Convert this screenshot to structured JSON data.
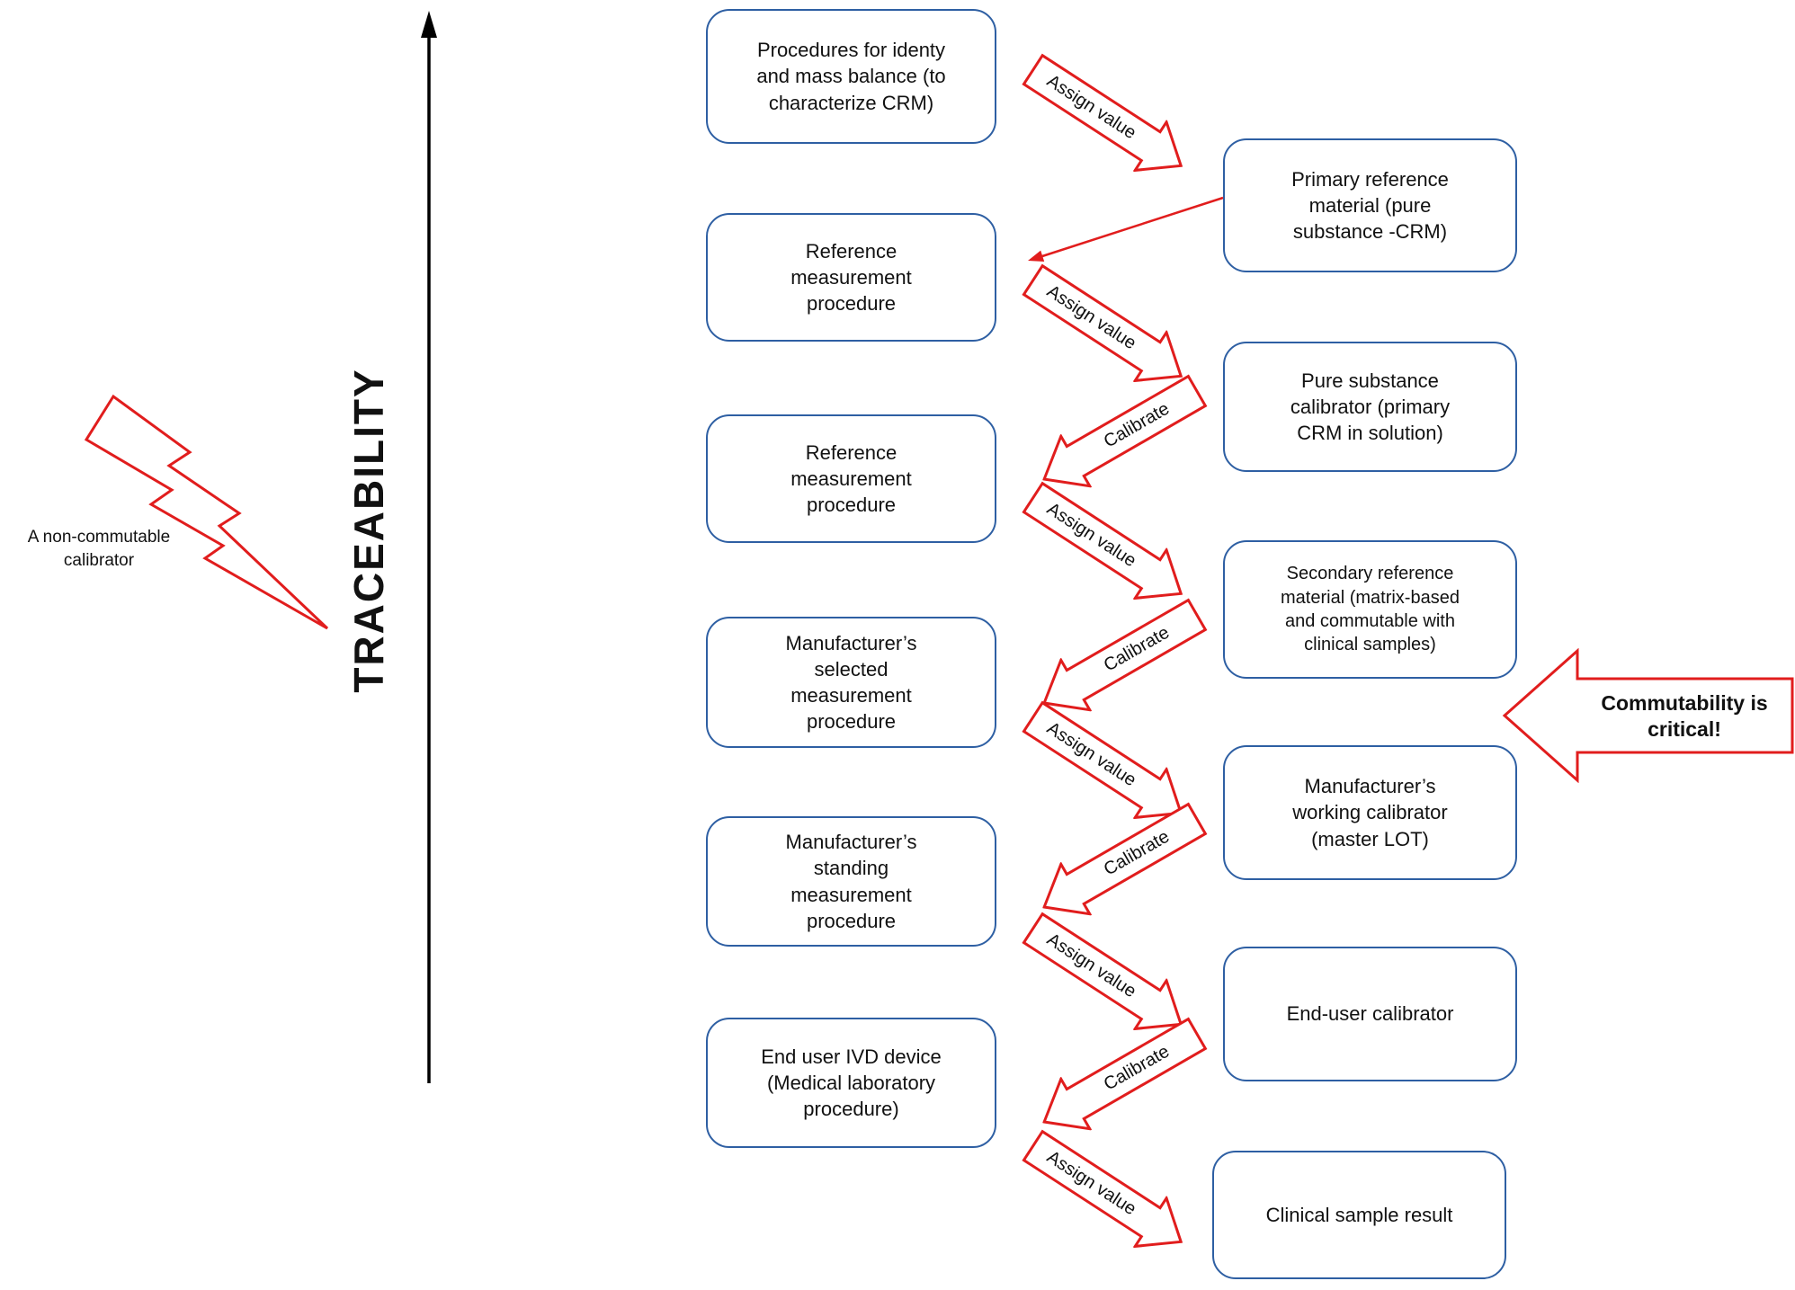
{
  "diagram": {
    "traceability_axis_label": "TRACEABILITY",
    "lightning_caption": "A non-commutable\ncalibrator",
    "commutability_callout": "Commutability is\ncritical!",
    "procedure_boxes": [
      {
        "label": "Procedures for identy\nand mass balance (to\ncharacterize CRM)"
      },
      {
        "label": "Reference\nmeasurement\nprocedure"
      },
      {
        "label": "Reference\nmeasurement\nprocedure"
      },
      {
        "label": "Manufacturer’s\nselected\nmeasurement\nprocedure"
      },
      {
        "label": "Manufacturer’s\nstanding\nmeasurement\nprocedure"
      },
      {
        "label": "End user IVD device\n(Medical laboratory\nprocedure)"
      }
    ],
    "material_boxes": [
      {
        "label": "Primary reference\nmaterial (pure\nsubstance -CRM)"
      },
      {
        "label": "Pure substance\ncalibrator (primary\nCRM in solution)"
      },
      {
        "label": "Secondary reference\nmaterial (matrix-based\nand commutable with\nclinical samples)"
      },
      {
        "label": "Manufacturer’s\nworking calibrator\n(master LOT)"
      },
      {
        "label": "End-user calibrator"
      },
      {
        "label": "Clinical sample result"
      }
    ],
    "flow_arrows": [
      {
        "label": "Assign value",
        "type": "assign"
      },
      {
        "label": "Assign value",
        "type": "assign"
      },
      {
        "label": "Calibrate",
        "type": "calibrate"
      },
      {
        "label": "Assign value",
        "type": "assign"
      },
      {
        "label": "Calibrate",
        "type": "calibrate"
      },
      {
        "label": "Assign value",
        "type": "assign"
      },
      {
        "label": "Calibrate",
        "type": "calibrate"
      },
      {
        "label": "Assign value",
        "type": "assign"
      },
      {
        "label": "Calibrate",
        "type": "calibrate"
      },
      {
        "label": "Assign value",
        "type": "assign"
      }
    ],
    "colors": {
      "box_border_blue": "#2e5fa3",
      "arrow_red": "#e11d1d",
      "axis_black": "#000000"
    }
  }
}
